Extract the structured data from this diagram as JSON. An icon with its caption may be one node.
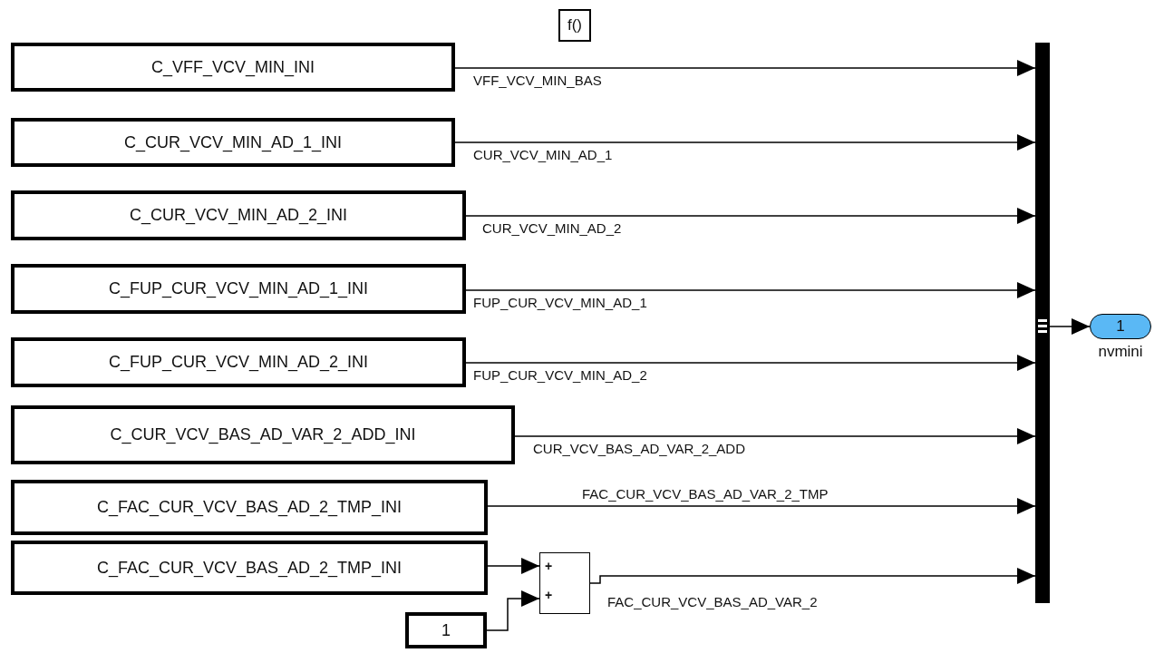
{
  "diagram": {
    "nodes": [
      {
        "text": [
          "C_VFF_VCV_MIN_INI"
        ]
      },
      {
        "text": [
          "C_CUR_VCV_MIN_AD_1_INI"
        ]
      },
      {
        "text": [
          "C_CUR_VCV_MIN_AD_2_INI"
        ]
      },
      {
        "text": [
          "C_FUP_CUR_VCV_MIN_AD_1_INI"
        ]
      },
      {
        "text": [
          "C_FUP_CUR_VCV_MIN_AD_2_INI"
        ]
      },
      {
        "text": [
          "C_CUR_VCV_BAS_AD_VAR_2_ADD_INI"
        ]
      },
      {
        "text": [
          "C_FAC_CUR_VCV_BAS_AD_2_TMP_INI"
        ]
      },
      {
        "text": [
          "C_FAC_CUR_VCV_BAS_AD_2_TMP_INI"
        ]
      },
      {
        "text": [
          "1"
        ]
      },
      {
        "text": [
          "+",
          "+"
        ]
      },
      {
        "text": [],
        "shape": "bar"
      },
      {
        "text": [
          "1"
        ],
        "beside": [
          "nvmini"
        ]
      },
      {
        "text": [
          "f()"
        ]
      }
    ],
    "edges": [
      {
        "from": 0,
        "to": 10,
        "arrow": "to",
        "label": "VFF_VCV_MIN_BAS"
      },
      {
        "from": 1,
        "to": 10,
        "arrow": "to",
        "label": "CUR_VCV_MIN_AD_1"
      },
      {
        "from": 2,
        "to": 10,
        "arrow": "to",
        "label": "CUR_VCV_MIN_AD_2"
      },
      {
        "from": 3,
        "to": 10,
        "arrow": "to",
        "label": "FUP_CUR_VCV_MIN_AD_1"
      },
      {
        "from": 4,
        "to": 10,
        "arrow": "to",
        "label": "FUP_CUR_VCV_MIN_AD_2"
      },
      {
        "from": 5,
        "to": 10,
        "arrow": "to",
        "label": "CUR_VCV_BAS_AD_VAR_2_ADD"
      },
      {
        "from": 6,
        "to": 10,
        "arrow": "to",
        "label": "FAC_CUR_VCV_BAS_AD_VAR_2_TMP"
      },
      {
        "from": 7,
        "to": 9,
        "arrow": "to"
      },
      {
        "from": 8,
        "to": 9,
        "arrow": "to"
      },
      {
        "from": 9,
        "to": 10,
        "arrow": "to",
        "label": "FAC_CUR_VCV_BAS_AD_VAR_2"
      },
      {
        "from": 10,
        "to": 11,
        "arrow": "to"
      }
    ]
  }
}
